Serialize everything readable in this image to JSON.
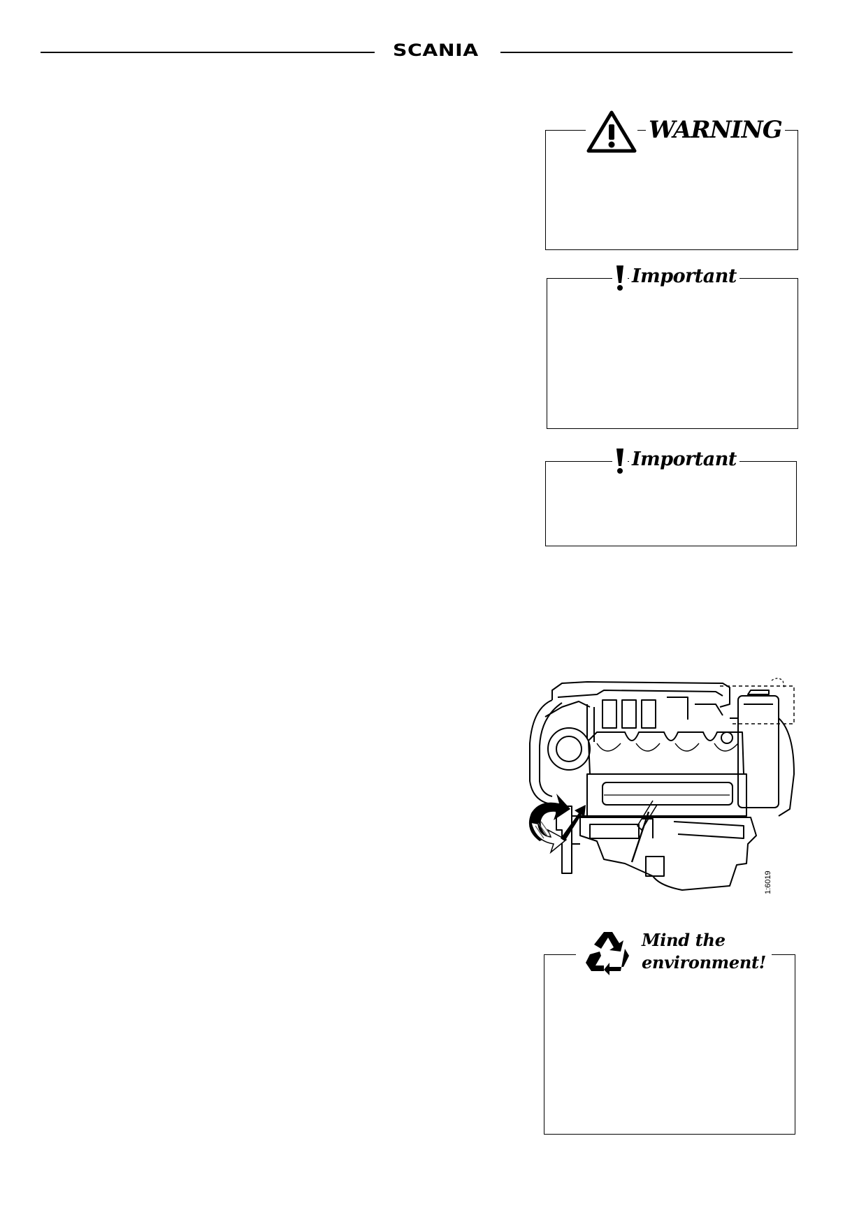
{
  "header": {
    "brand": "SCANIA"
  },
  "warning_box": {
    "title": "WARNING"
  },
  "important_box_1": {
    "title": "Important"
  },
  "important_box_2": {
    "title": "Important"
  },
  "environment_box": {
    "title_line1": "Mind the",
    "title_line2": "environment!"
  },
  "figure": {
    "number": "1:6019"
  }
}
